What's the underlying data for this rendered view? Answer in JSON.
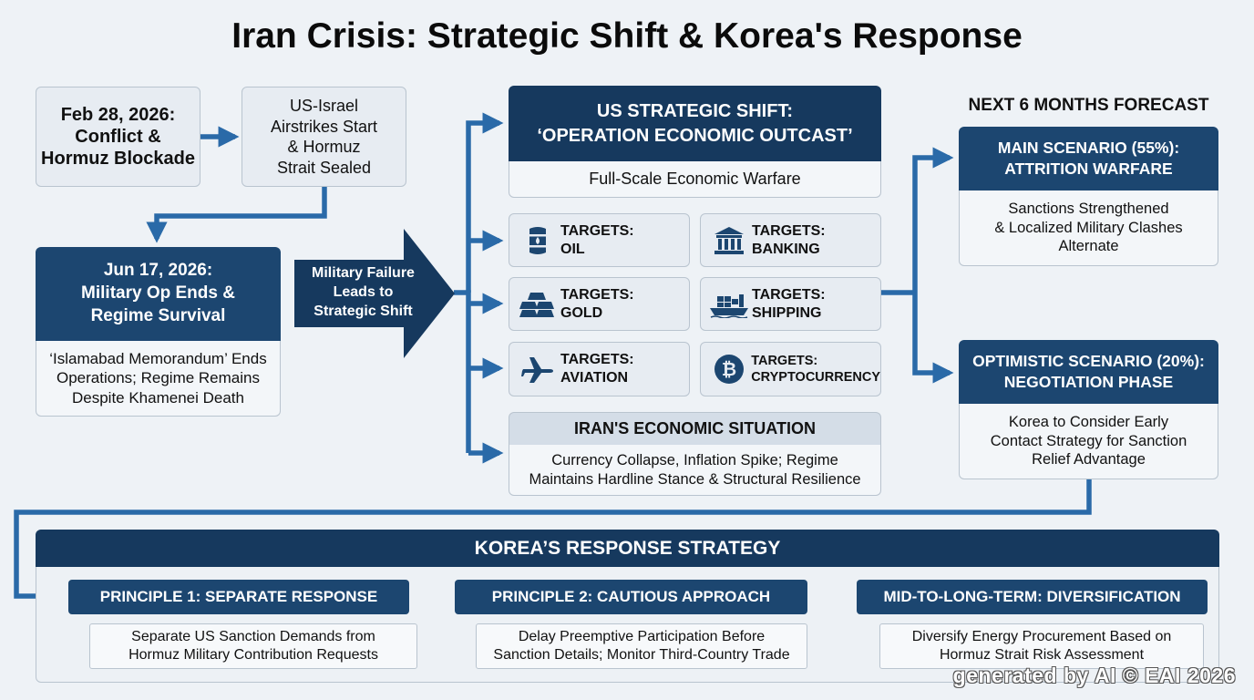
{
  "title": "Iran Crisis: Strategic Shift & Korea's Response",
  "timeline": {
    "feb_date": "Feb 28, 2026:\nConflict &\nHormuz Blockade",
    "strikes": "US-Israel\nAirstrikes Start\n& Hormuz\nStrait Sealed",
    "jun_header": "Jun 17, 2026:\nMilitary Op Ends &\nRegime Survival",
    "jun_body": "‘Islamabad Memorandum’ Ends\nOperations; Regime Remains\nDespite Khamenei Death",
    "arrow_label": "Military Failure\nLeads to\nStrategic Shift"
  },
  "us_shift": {
    "header": "US STRATEGIC SHIFT:\n‘OPERATION ECONOMIC OUTCAST’",
    "body": "Full-Scale Economic Warfare"
  },
  "targets": [
    {
      "icon": "oil-barrel-icon",
      "label": "TARGETS:\nOIL"
    },
    {
      "icon": "bank-icon",
      "label": "TARGETS:\nBANKING"
    },
    {
      "icon": "gold-bars-icon",
      "label": "TARGETS:\nGOLD"
    },
    {
      "icon": "cargo-ship-icon",
      "label": "TARGETS:\nSHIPPING"
    },
    {
      "icon": "airplane-icon",
      "label": "TARGETS:\nAVIATION"
    },
    {
      "icon": "bitcoin-icon",
      "label": "TARGETS:\nCRYPTOCURRENCY"
    }
  ],
  "iran_econ": {
    "header": "IRAN'S ECONOMIC SITUATION",
    "body": "Currency Collapse, Inflation Spike; Regime\nMaintains Hardline Stance & Structural Resilience"
  },
  "forecast": {
    "label": "NEXT 6 MONTHS FORECAST",
    "main_header": "MAIN SCENARIO (55%):\nATTRITION WARFARE",
    "main_body": "Sanctions Strengthened\n& Localized Military Clashes\nAlternate",
    "opt_header": "OPTIMISTIC SCENARIO (20%):\nNEGOTIATION PHASE",
    "opt_body": "Korea to Consider Early\nContact Strategy for Sanction\nRelief Advantage"
  },
  "korea": {
    "header": "KOREA’S RESPONSE STRATEGY",
    "principles": [
      {
        "header": "PRINCIPLE 1: SEPARATE RESPONSE",
        "body": "Separate US Sanction Demands from\nHormuz Military Contribution Requests"
      },
      {
        "header": "PRINCIPLE 2: CAUTIOUS APPROACH",
        "body": "Delay Preemptive Participation Before\nSanction Details; Monitor Third-Country Trade"
      },
      {
        "header": "MID-TO-LONG-TERM: DIVERSIFICATION",
        "body": "Diversify Energy Procurement Based on\nHormuz Strait Risk Assessment"
      }
    ]
  },
  "watermark": "generated by AI © EAI 2026",
  "colors": {
    "navy": "#1c4670",
    "navy_dark": "#16395e",
    "connector": "#2a6aa8",
    "box_bg": "#e7ecf2"
  }
}
